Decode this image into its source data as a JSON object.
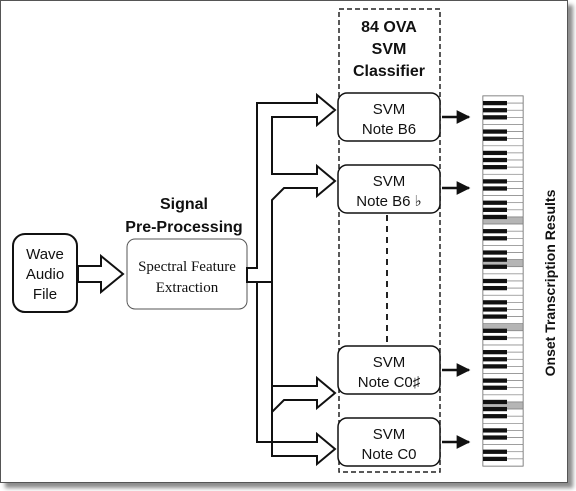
{
  "input": {
    "lines": [
      "Wave",
      "Audio",
      "File"
    ]
  },
  "preprocessing": {
    "heading": [
      "Signal",
      "Pre-Processing"
    ],
    "box_lines": [
      "Spectral Feature",
      "Extraction"
    ]
  },
  "classifier": {
    "heading": [
      "84 OVA",
      "SVM",
      "Classifier"
    ]
  },
  "svm_nodes": [
    {
      "line1": "SVM",
      "line2": "Note B6"
    },
    {
      "line1": "SVM",
      "line2": "Note B6 ♭"
    },
    {
      "line1": "SVM",
      "line2": "Note C0♯"
    },
    {
      "line1": "SVM",
      "line2": "Note C0"
    }
  ],
  "output": {
    "label": "Onset Transcription Results",
    "highlighted_keys": [
      17,
      23,
      32,
      43
    ]
  },
  "colors": {
    "stroke": "#111111",
    "key_highlight": "#b5b5b5",
    "dashed_box": "#222222"
  }
}
